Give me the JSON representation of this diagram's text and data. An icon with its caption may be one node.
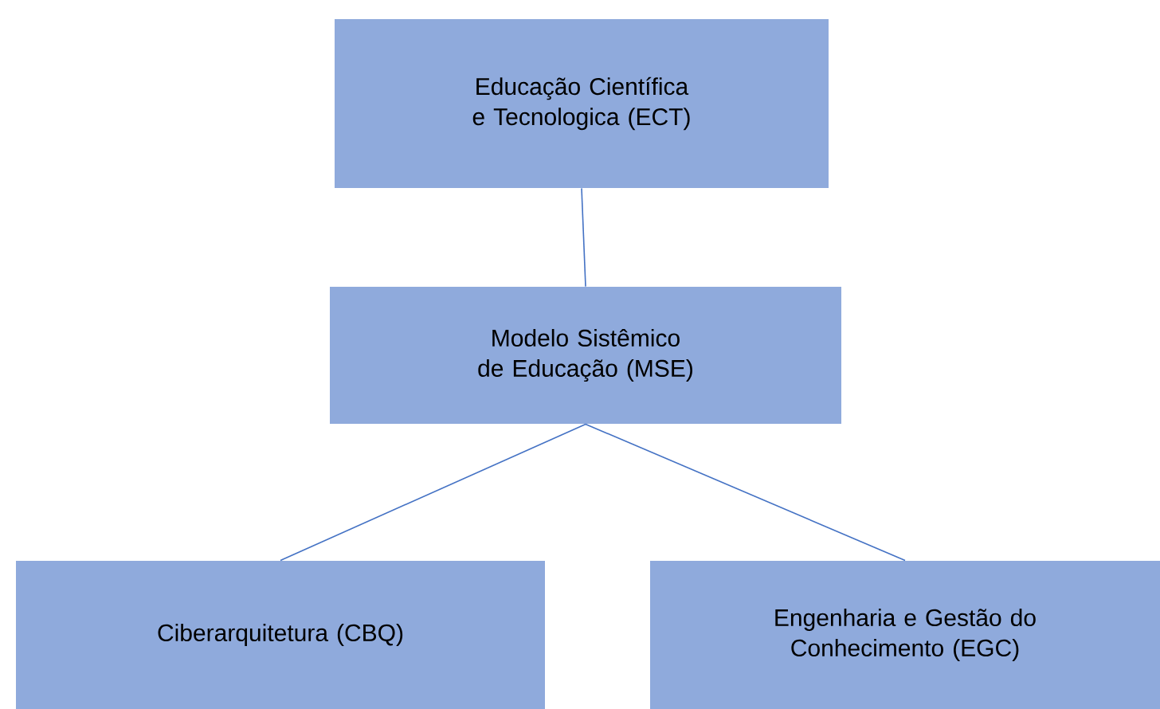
{
  "diagram": {
    "nodes": [
      {
        "text": [
          "Educação Científica e Tecnologica (ECT)"
        ]
      },
      {
        "text": [
          "Modelo Sistêmico de Educação (MSE)"
        ]
      },
      {
        "text": [
          "Ciberarquitetura (CBQ)"
        ]
      },
      {
        "text": [
          "Engenharia e Gestão do Conhecimento (EGC)"
        ]
      }
    ],
    "edges": [
      {
        "from": 0,
        "to": 1,
        "arrow": "none"
      },
      {
        "from": 1,
        "to": 2,
        "arrow": "none"
      },
      {
        "from": 1,
        "to": 3,
        "arrow": "none"
      }
    ]
  }
}
